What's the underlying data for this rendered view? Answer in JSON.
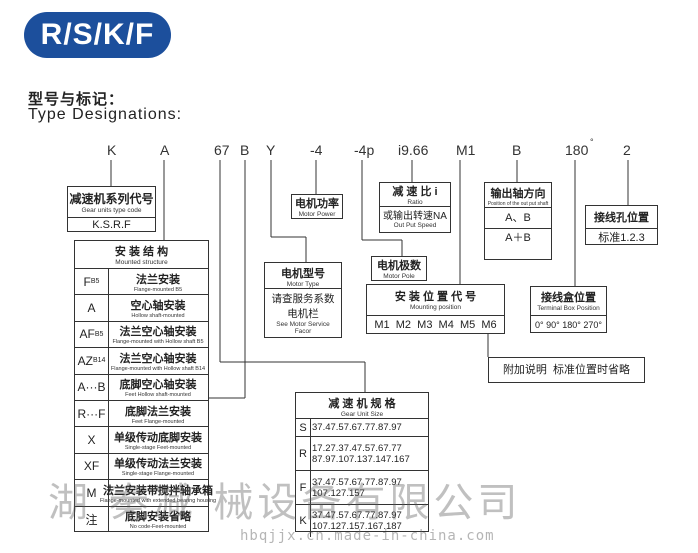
{
  "badge": "R/S/K/F",
  "heading_cn": "型号与标记：",
  "heading_en": "Type Designations:",
  "codes": [
    "K",
    "A",
    "67",
    "B",
    "Y",
    "-4",
    "-4p",
    "i9.66",
    "M1",
    "B",
    "180",
    "°",
    "2"
  ],
  "boxes": {
    "series": {
      "cn": "减速机系列代号",
      "en": "Gear units type code",
      "value": "K.S.R.F"
    },
    "motor_power": {
      "cn": "电机功率",
      "en": "Motor Power"
    },
    "ratio": {
      "cn": "减 速 比 i",
      "en": "Ratio",
      "cn2": "或输出转速NA",
      "en2": "Out Put Speed"
    },
    "shaft_dir": {
      "cn": "输出轴方向",
      "en": "Position of the out put shaft",
      "v1": "A、B",
      "v2": "A＋B"
    },
    "terminal_pos": {
      "cn": "接线孔位置",
      "value": "标准1.2.3"
    },
    "motor_poles": {
      "cn": "电机极数",
      "en": "Motor Pole"
    },
    "motor_type": {
      "cn": "电机型号",
      "en": "Motor Type",
      "cn2": "请查服务系数",
      "cn3": "电机栏",
      "en2": "See Motor Service",
      "en3": "Facor"
    },
    "mounting": {
      "cn": "安 装 位 置 代 号",
      "en": "Mounting position",
      "values": "M1  M2  M3  M4  M5  M6"
    },
    "box_pos": {
      "cn": "接线盒位置",
      "en": "Terminal Box Position",
      "values": "0° 90° 180° 270°"
    },
    "note": {
      "text": "附加说明  标准位置时省略"
    },
    "structure": {
      "cn": "安 装 结 构",
      "en": "Mounted structure",
      "rows": [
        {
          "k": "F",
          "sub": "B5",
          "cn": "法兰安装",
          "en": "Flange-mounted B5"
        },
        {
          "k": "A",
          "sub": "",
          "cn": "空心轴安装",
          "en": "Hollow shaft-mounted"
        },
        {
          "k": "AF",
          "sub": "B5",
          "cn": "法兰空心轴安装",
          "en": "Flange-mounted with Hollow shaft B5"
        },
        {
          "k": "AZ",
          "sub": "B14",
          "cn": "法兰空心轴安装",
          "en": "Flange-mounted with Hollow shaft B14"
        },
        {
          "k": "A···B",
          "sub": "",
          "cn": "底脚空心轴安装",
          "en": "Feet Hollow shaft-mounted"
        },
        {
          "k": "R···F",
          "sub": "",
          "cn": "底脚法兰安装",
          "en": "Feet Flange-mounted"
        },
        {
          "k": "X",
          "sub": "",
          "cn": "单级传动底脚安装",
          "en": "Single-stage Feet-mounted"
        },
        {
          "k": "XF",
          "sub": "",
          "cn": "单级传动法兰安装",
          "en": "Single-stage Flange-mounted"
        },
        {
          "k": "M",
          "sub": "",
          "cn": "法兰安装带搅拌轴承箱",
          "en": "Flange-mounted with extended bearing housing"
        },
        {
          "k": "注",
          "sub": "",
          "cn": "底脚安装省略",
          "en": "No code-Feet-mounted"
        }
      ]
    },
    "sizes": {
      "cn": "减 速 机 规 格",
      "en": "Gear Unit Size",
      "rows": [
        {
          "k": "S",
          "lines": [
            "37.47.57.67.77.87.97"
          ]
        },
        {
          "k": "R",
          "lines": [
            "17.27.37.47.57.67.77",
            "87.97.107.137.147.167"
          ]
        },
        {
          "k": "F",
          "lines": [
            "37.47.57.67.77.87.97",
            "107.127.157"
          ]
        },
        {
          "k": "K",
          "lines": [
            "37.47.57.67.77.87.97",
            "107.127.157.167.187"
          ]
        }
      ]
    }
  },
  "watermark": "湖  秦减  械设备有限公司",
  "watermark_url": "hbqjjx.cn.made-in-china.com"
}
